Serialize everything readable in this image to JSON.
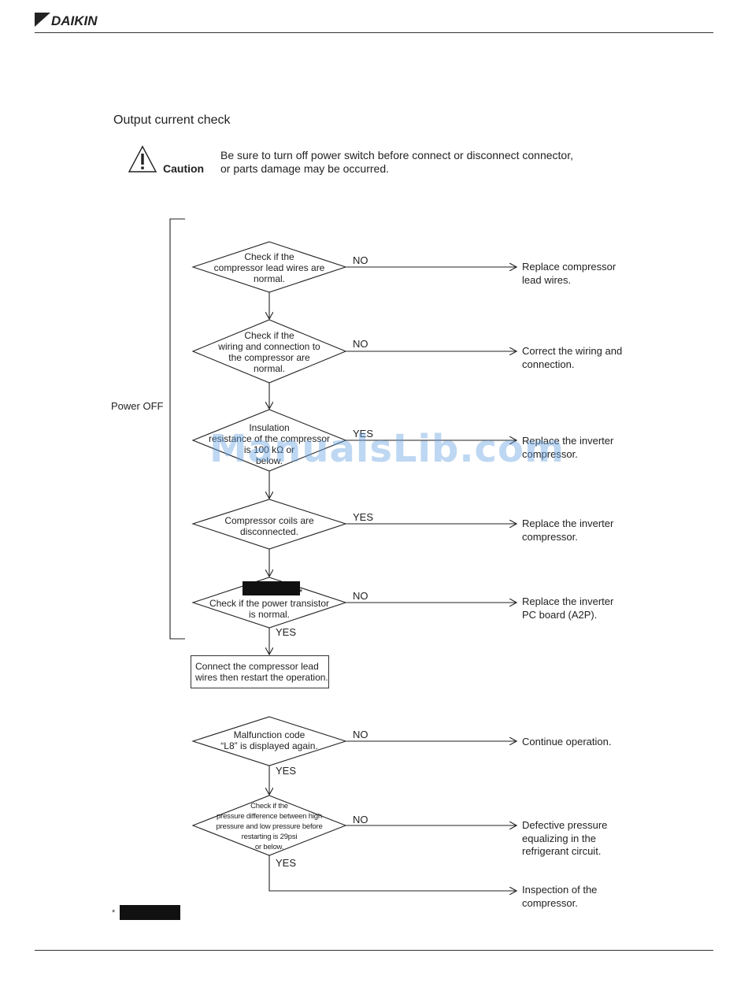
{
  "header": {
    "brand": "DAIKIN"
  },
  "section_title": "Output current check",
  "caution": {
    "label": "Caution",
    "line1": "Be sure to turn off power switch before connect or disconnect connector,",
    "line2": "or parts damage may be occurred."
  },
  "power_off_label": "Power OFF",
  "decisions": [
    {
      "lines": [
        "Check if the",
        "compressor lead wires are",
        "normal."
      ],
      "branch": "NO",
      "result": [
        "Replace compressor",
        "lead wires."
      ]
    },
    {
      "lines": [
        "Check if the",
        "wiring and connection to",
        "the compressor are",
        "normal."
      ],
      "branch": "NO",
      "result": [
        "Correct the wiring and",
        "connection."
      ]
    },
    {
      "lines": [
        "Insulation",
        "resistance of the compressor",
        "is 100 kΩ or",
        "below."
      ],
      "branch": "YES",
      "result": [
        "Replace the inverter",
        "compressor."
      ]
    },
    {
      "lines": [
        "Compressor coils are",
        "disconnected."
      ],
      "branch": "YES",
      "result": [
        "Replace the inverter",
        "compressor."
      ]
    },
    {
      "lines": [
        "*",
        "Check if the power transistor",
        "is normal."
      ],
      "branch": "NO",
      "result": [
        "Replace the inverter",
        "PC board (A2P)."
      ]
    },
    {
      "lines": [
        "Malfunction code",
        "“L8” is displayed again."
      ],
      "branch": "NO",
      "result": [
        "Continue operation."
      ]
    },
    {
      "lines": [
        "Check if the",
        "pressure difference between high",
        "pressure and low pressure before",
        "restarting is 29psi",
        "or below."
      ],
      "branch": "NO",
      "result": [
        "Defective pressure",
        "equalizing in the",
        "refrigerant circuit."
      ]
    }
  ],
  "down_yes": [
    "YES",
    "YES",
    "YES"
  ],
  "action_box": [
    "Connect the compressor lead",
    "wires then restart the operation."
  ],
  "final_result": [
    "Inspection of the",
    "compressor."
  ],
  "footnote_mark": "*",
  "watermark": "ManualsLib.com"
}
